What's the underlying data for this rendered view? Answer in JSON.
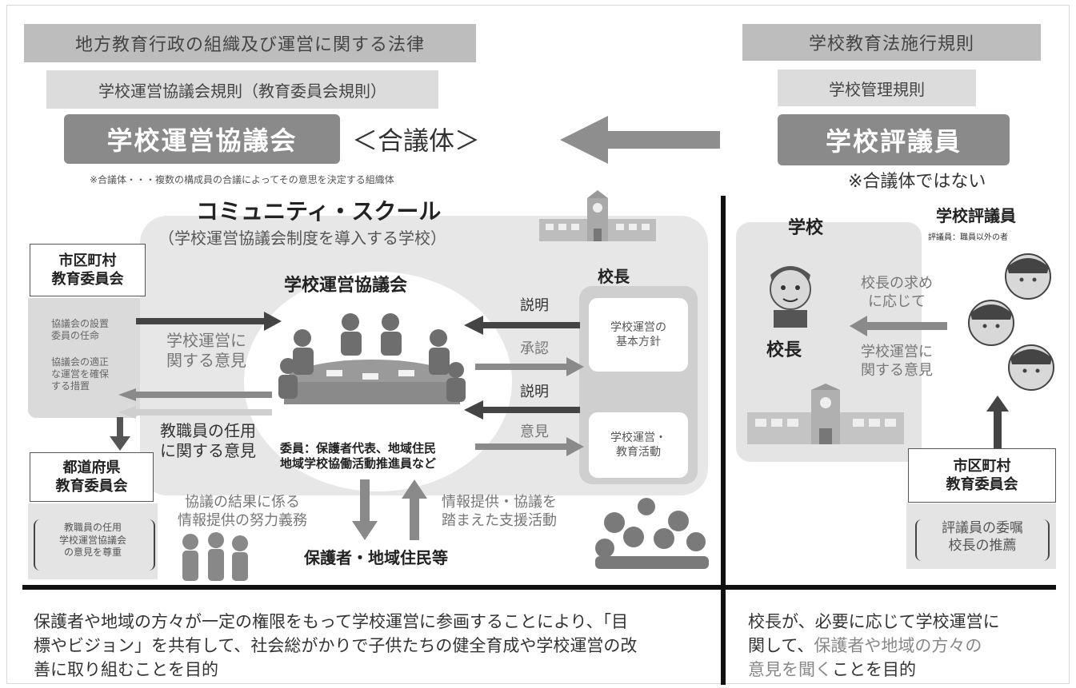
{
  "header": {
    "law_title": "地方教育行政の組織及び運営に関する法律",
    "council_rules": "学校運営協議会規則（教育委員会規則）",
    "council_name": "学校運営協議会",
    "council_type": "＜合議体＞",
    "council_footnote": "※合議体・・・複数の構成員の合議によってその意思を決定する組織体",
    "school_law_rules": "学校教育法施行規則",
    "school_mgmt_rules": "学校管理規則",
    "councillor_name": "学校評議員",
    "councillor_note": "※合議体ではない"
  },
  "community_school": {
    "title": "コミュニティ・スクール",
    "subtitle": "（学校運営協議会制度を導入する学校）",
    "board_label": "市区町村\n教育委員会",
    "board_notes": [
      "協議会の設置\n委員の任命",
      "協議会の適正\nな運営を確保\nする措置"
    ],
    "council_label": "学校運営協議会",
    "opinion_school": "学校運営に\n関する意見",
    "opinion_staff": "教職員の任用\nに関する意見",
    "members": "委員：保護者代表、地域住民\n地域学校協働活動推進員など",
    "principal_label": "校長",
    "policy_box": "学校運営の\n基本方針",
    "activity_box": "学校運営・\n教育活動",
    "explain1": "説明",
    "approve": "承認",
    "explain2": "説明",
    "opinion": "意見",
    "pref_board": "都道府県\n教育委員会",
    "pref_note": "教職員の任用\n学校運営協議会\nの意見を尊重",
    "duty": "協議の結果に係る\n情報提供の努力義務",
    "support": "情報提供・協議を\n踏まえた支援活動",
    "guardians": "保護者・地域住民等"
  },
  "councillor_side": {
    "school_label": "学校",
    "principal_label": "校長",
    "councillor_label": "学校評議員",
    "councillor_sub": "評議員：職員以外の者",
    "request": "校長の求め\nに応じて",
    "opinion": "学校運営に\n関する意見",
    "board_label": "市区町村\n教育委員会",
    "board_note": "評議員の委嘱\n校長の推薦"
  },
  "footer": {
    "left_text": "保護者や地域の方々が一定の権限をもって学校運営に参画することにより、「目\n標やビジョン」を共有して、社会総がかりで子供たちの健全育成や学校運営の改\n善に取り組むことを目的",
    "right_line1": "校長が、必要に応じて学校運営に",
    "right_line2a": "関して、",
    "right_line2b": "保護者や地域の方々の",
    "right_line3a": "意見を聞く",
    "right_line3b": "ことを目的"
  }
}
